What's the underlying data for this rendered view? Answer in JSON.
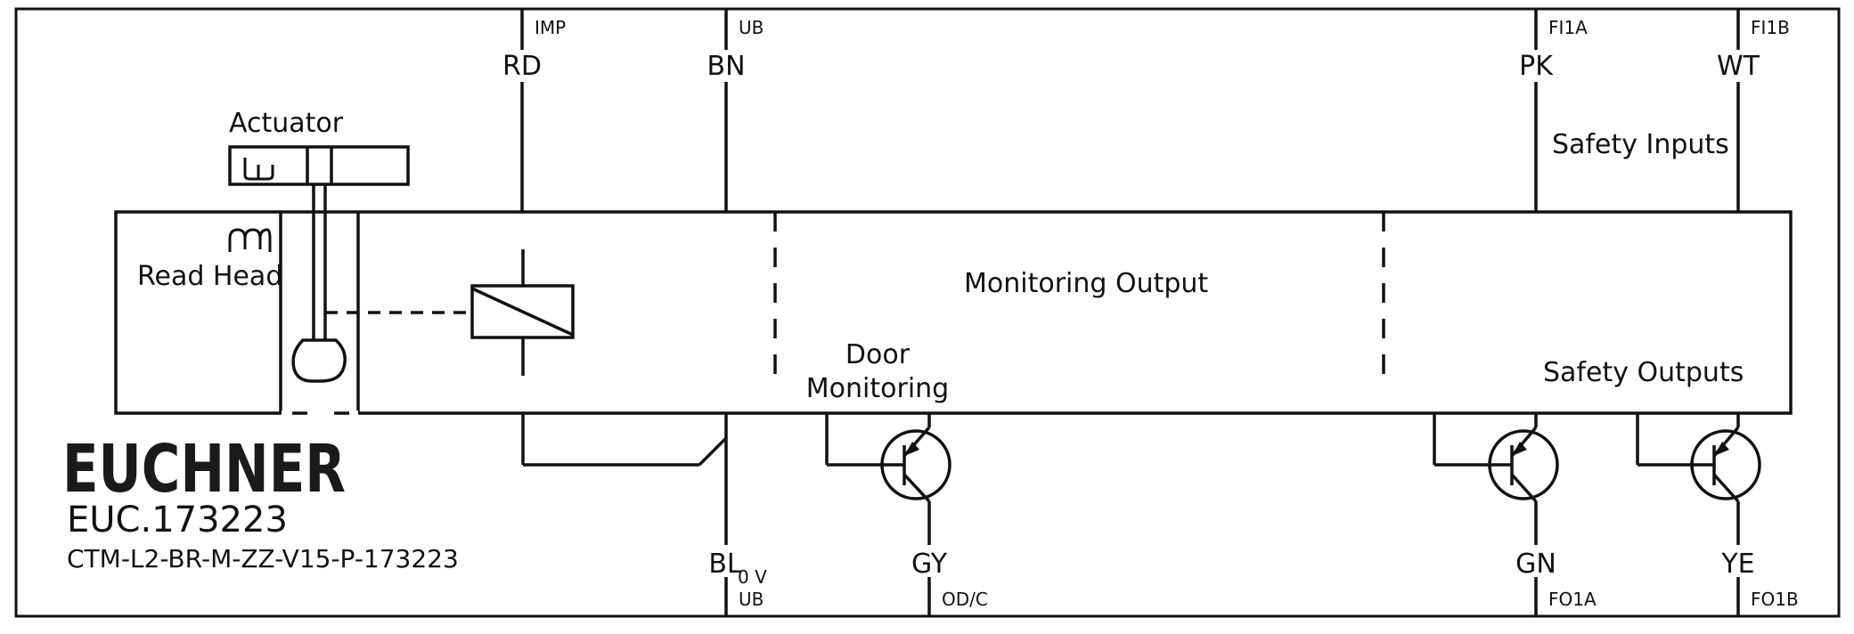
{
  "labels": {
    "actuator": "Actuator",
    "read_head": "Read Head",
    "monitoring_output": "Monitoring Output",
    "door_monitoring_1": "Door",
    "door_monitoring_2": "Monitoring",
    "safety_inputs": "Safety Inputs",
    "safety_outputs": "Safety Outputs"
  },
  "brand": {
    "logo": "EUCHNER",
    "order_number": "EUC.173223",
    "model": "CTM-L2-BR-M-ZZ-V15-P-173223"
  },
  "top_pins": [
    {
      "color": "RD",
      "signal": "IMP"
    },
    {
      "color": "BN",
      "signal": "UB"
    },
    {
      "color": "PK",
      "signal": "FI1A"
    },
    {
      "color": "WT",
      "signal": "FI1B"
    }
  ],
  "bottom_pins": [
    {
      "color": "BL",
      "voltage": "0 V",
      "signal": "UB"
    },
    {
      "color": "GY",
      "signal": "OD/C"
    },
    {
      "color": "GN",
      "signal": "FO1A"
    },
    {
      "color": "YE",
      "signal": "FO1B"
    }
  ],
  "icons": [
    "actuator-coil-icon",
    "read-head-coil-icon",
    "relay-coil-icon",
    "pnp-transistor-icon"
  ]
}
